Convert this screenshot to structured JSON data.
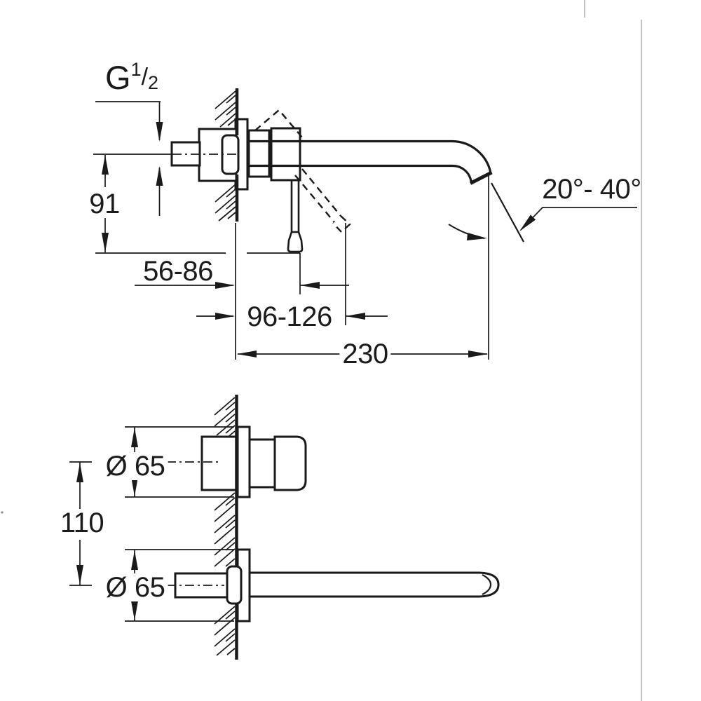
{
  "colors": {
    "line": "#1a1a1a",
    "background": "#ffffff",
    "scan_artifact": "#adadad"
  },
  "dimensions": {
    "thread": {
      "prefix": "G",
      "numerator": "1",
      "slash": "/",
      "denominator": "2"
    },
    "height_below_center": "91",
    "wall_depth_range": "56-86",
    "handle_clearance_range": "96-126",
    "spout_reach": "230",
    "flow_angle_range": "20°- 40°",
    "handle_escutcheon_diameter": "Ø 65",
    "vertical_center_distance": "110",
    "spout_escutcheon_diameter": "Ø 65"
  }
}
